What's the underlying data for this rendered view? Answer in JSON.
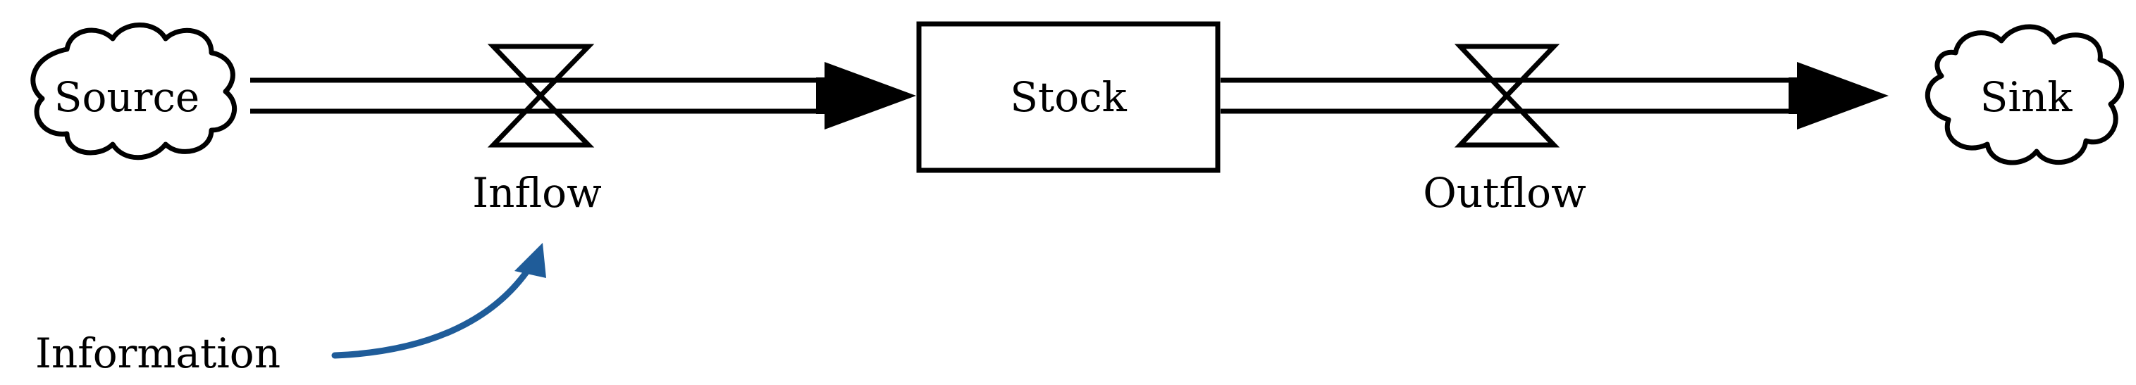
{
  "nodes": {
    "source": {
      "label": "Source"
    },
    "stock": {
      "label": "Stock"
    },
    "sink": {
      "label": "Sink"
    }
  },
  "flows": {
    "inflow": {
      "label": "Inflow"
    },
    "outflow": {
      "label": "Outflow"
    }
  },
  "information": {
    "label": "Information"
  },
  "colors": {
    "line": "#000000",
    "information_arrow": "#1f5c99",
    "background": "#ffffff"
  }
}
